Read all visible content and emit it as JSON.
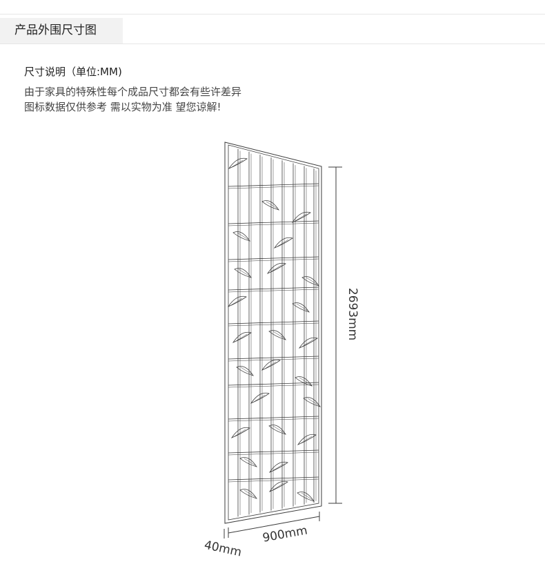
{
  "section": {
    "title": "产品外围尺寸图"
  },
  "size_note": {
    "title": "尺寸说明（单位:MM)",
    "lines": [
      "由于家具的特殊性每个成品尺寸都会有些许差异",
      "图标数据仅供参考 需以实物为准 望您谅解!"
    ]
  },
  "drawing": {
    "subject": "screen-partition-line-drawing",
    "line_color": "#3a3a3a",
    "dimensions": {
      "height": "2693mm",
      "width": "900mm",
      "depth": "40mm"
    }
  }
}
